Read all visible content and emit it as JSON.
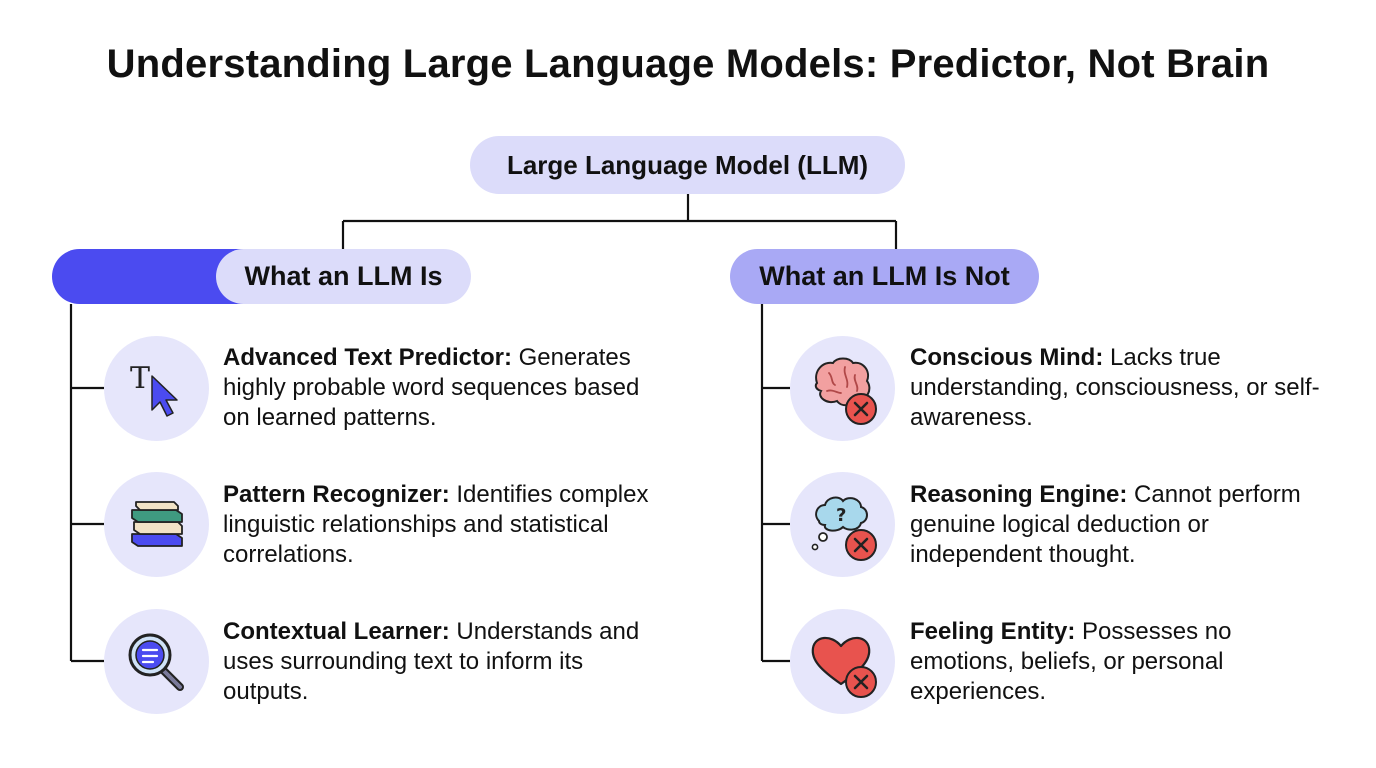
{
  "title": "Understanding Large Language Models: Predictor, Not Brain",
  "root": "Large Language Model (LLM)",
  "left": {
    "heading": "What an LLM Is",
    "items": [
      {
        "term": "Advanced Text Predictor:",
        "desc": "Generates highly probable word sequences based on learned patterns.",
        "icon": "text-cursor-icon"
      },
      {
        "term": "Pattern Recognizer:",
        "desc": "Identifies complex linguistic relationships and statistical correlations.",
        "icon": "book-stack-icon"
      },
      {
        "term": "Contextual Learner:",
        "desc": "Understands and uses surrounding text to inform its outputs.",
        "icon": "magnifier-icon"
      }
    ]
  },
  "right": {
    "heading": "What an LLM Is Not",
    "items": [
      {
        "term": "Conscious Mind:",
        "desc": "Lacks true understanding, consciousness, or self-awareness.",
        "icon": "brain-x-icon"
      },
      {
        "term": "Reasoning Engine:",
        "desc": "Cannot perform genuine logical deduction or independent thought.",
        "icon": "thought-bubble-x-icon"
      },
      {
        "term": "Feeling Entity:",
        "desc": "Possesses no emotions, beliefs, or personal experiences.",
        "icon": "heart-x-icon"
      }
    ]
  },
  "colors": {
    "accent": "#4b4bf0",
    "light_pill": "#dcdcfa",
    "mid_pill": "#a9a9f5",
    "icon_bg": "#e6e6fb",
    "x_badge": "#e8534e"
  }
}
